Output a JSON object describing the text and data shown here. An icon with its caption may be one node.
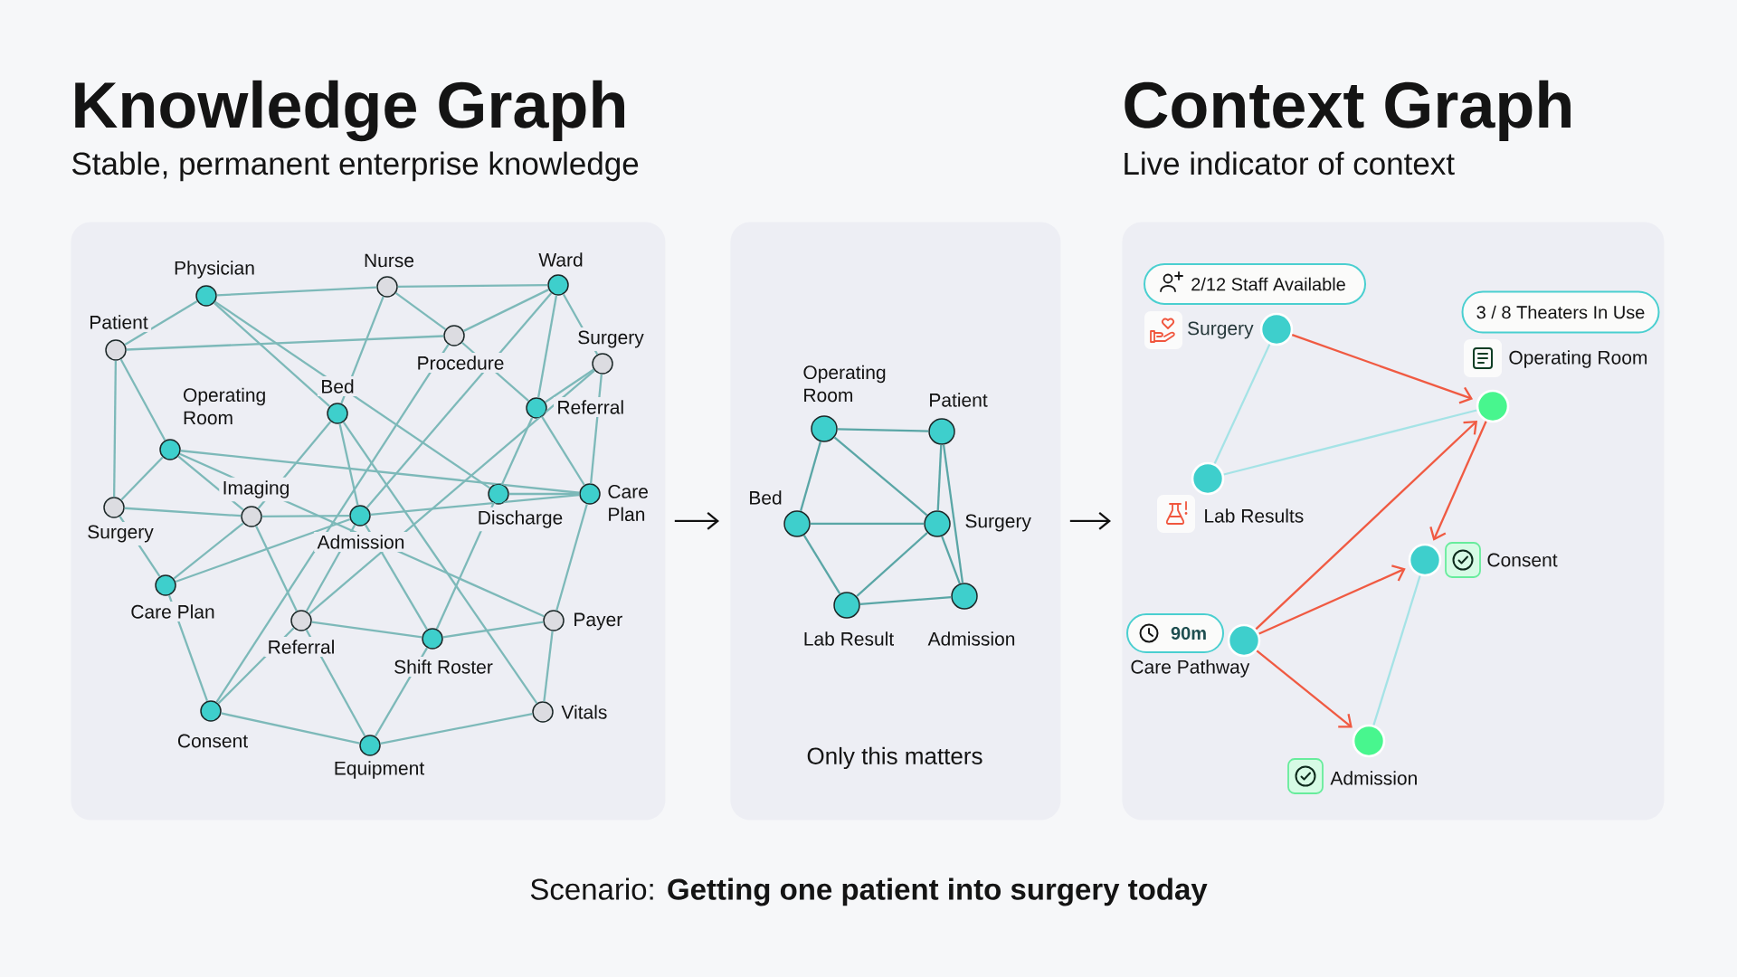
{
  "diagram": {
    "caption": "Scenario: **Getting one patient into surgery today**",
    "nodes": [
      {
        "text": [
          "Knowledge Graph",
          "Stable, permanent enterprise knowledge"
        ]
      },
      {
        "text": [
          "Physician"
        ],
        "in": 0
      },
      {
        "text": [
          "Nurse"
        ],
        "in": 0
      },
      {
        "text": [
          "Ward"
        ],
        "in": 0
      },
      {
        "text": [
          "Patient"
        ],
        "in": 0
      },
      {
        "text": [
          "Procedure"
        ],
        "in": 0
      },
      {
        "text": [
          "Surgery"
        ],
        "in": 0
      },
      {
        "text": [
          "Bed"
        ],
        "in": 0
      },
      {
        "text": [
          "Referral"
        ],
        "in": 0
      },
      {
        "text": [
          "Operating Room"
        ],
        "in": 0
      },
      {
        "text": [
          "Surgery"
        ],
        "in": 0
      },
      {
        "text": [
          "Imaging"
        ],
        "in": 0
      },
      {
        "text": [
          "Admission"
        ],
        "in": 0
      },
      {
        "text": [
          "Discharge"
        ],
        "in": 0
      },
      {
        "text": [
          "Care Plan"
        ],
        "in": 0
      },
      {
        "text": [
          "Care Plan"
        ],
        "in": 0
      },
      {
        "text": [
          "Referral"
        ],
        "in": 0
      },
      {
        "text": [
          "Shift Roster"
        ],
        "in": 0
      },
      {
        "text": [
          "Payer"
        ],
        "in": 0
      },
      {
        "text": [
          "Consent"
        ],
        "in": 0
      },
      {
        "text": [
          "Equipment"
        ],
        "in": 0
      },
      {
        "text": [
          "Vitals"
        ],
        "in": 0
      },
      {
        "text": [
          "Only this matters"
        ]
      },
      {
        "text": [
          "Operating Room"
        ],
        "in": 22
      },
      {
        "text": [
          "Patient"
        ],
        "in": 22
      },
      {
        "text": [
          "Bed"
        ],
        "in": 22
      },
      {
        "text": [
          "Surgery"
        ],
        "in": 22
      },
      {
        "text": [
          "Lab Result"
        ],
        "in": 22
      },
      {
        "text": [
          "Admission"
        ],
        "in": 22
      },
      {
        "text": [
          "Context Graph",
          "Live indicator of context"
        ]
      },
      {
        "text": [
          "2/12 Staff Available"
        ],
        "in": 29
      },
      {
        "text": [
          "Surgery"
        ],
        "in": 29
      },
      {
        "text": [
          "3 / 8 Theaters In Use"
        ],
        "in": 29
      },
      {
        "text": [
          "Operating Room"
        ],
        "in": 29
      },
      {
        "text": [
          "Lab Results"
        ],
        "in": 29
      },
      {
        "text": [
          "Consent"
        ],
        "in": 29
      },
      {
        "text": [
          "90m"
        ],
        "in": 29
      },
      {
        "text": [
          "Care Pathway"
        ],
        "in": 29
      },
      {
        "text": [
          "Admission"
        ],
        "in": 29
      }
    ],
    "edges": [
      {
        "from": 1,
        "to": 2,
        "arrow": "none"
      },
      {
        "from": 2,
        "to": 3,
        "arrow": "none"
      },
      {
        "from": 1,
        "to": 4,
        "arrow": "none"
      },
      {
        "from": 1,
        "to": 7,
        "arrow": "none"
      },
      {
        "from": 1,
        "to": 13,
        "arrow": "none"
      },
      {
        "from": 4,
        "to": 5,
        "arrow": "none"
      },
      {
        "from": 2,
        "to": 5,
        "arrow": "none"
      },
      {
        "from": 2,
        "to": 7,
        "arrow": "none"
      },
      {
        "from": 3,
        "to": 5,
        "arrow": "none"
      },
      {
        "from": 3,
        "to": 8,
        "arrow": "none"
      },
      {
        "from": 3,
        "to": 6,
        "arrow": "none"
      },
      {
        "from": 3,
        "to": 12,
        "arrow": "none"
      },
      {
        "from": 5,
        "to": 8,
        "arrow": "none"
      },
      {
        "from": 5,
        "to": 19,
        "arrow": "none"
      },
      {
        "from": 6,
        "to": 8,
        "arrow": "none"
      },
      {
        "from": 6,
        "to": 16,
        "arrow": "none"
      },
      {
        "from": 6,
        "to": 14,
        "arrow": "none"
      },
      {
        "from": 8,
        "to": 14,
        "arrow": "none"
      },
      {
        "from": 8,
        "to": 17,
        "arrow": "none"
      },
      {
        "from": 4,
        "to": 10,
        "arrow": "none"
      },
      {
        "from": 4,
        "to": 9,
        "arrow": "none"
      },
      {
        "from": 9,
        "to": 10,
        "arrow": "none"
      },
      {
        "from": 9,
        "to": 11,
        "arrow": "none"
      },
      {
        "from": 9,
        "to": 14,
        "arrow": "none"
      },
      {
        "from": 9,
        "to": 18,
        "arrow": "none"
      },
      {
        "from": 7,
        "to": 11,
        "arrow": "none"
      },
      {
        "from": 7,
        "to": 12,
        "arrow": "none"
      },
      {
        "from": 7,
        "to": 21,
        "arrow": "none"
      },
      {
        "from": 10,
        "to": 11,
        "arrow": "none"
      },
      {
        "from": 10,
        "to": 15,
        "arrow": "none"
      },
      {
        "from": 11,
        "to": 12,
        "arrow": "none"
      },
      {
        "from": 11,
        "to": 15,
        "arrow": "none"
      },
      {
        "from": 11,
        "to": 16,
        "arrow": "none"
      },
      {
        "from": 12,
        "to": 14,
        "arrow": "none"
      },
      {
        "from": 13,
        "to": 14,
        "arrow": "none"
      },
      {
        "from": 12,
        "to": 15,
        "arrow": "none"
      },
      {
        "from": 12,
        "to": 16,
        "arrow": "none"
      },
      {
        "from": 12,
        "to": 17,
        "arrow": "none"
      },
      {
        "from": 14,
        "to": 18,
        "arrow": "none"
      },
      {
        "from": 15,
        "to": 19,
        "arrow": "none"
      },
      {
        "from": 16,
        "to": 19,
        "arrow": "none"
      },
      {
        "from": 16,
        "to": 17,
        "arrow": "none"
      },
      {
        "from": 16,
        "to": 20,
        "arrow": "none"
      },
      {
        "from": 17,
        "to": 18,
        "arrow": "none"
      },
      {
        "from": 17,
        "to": 20,
        "arrow": "none"
      },
      {
        "from": 19,
        "to": 20,
        "arrow": "none"
      },
      {
        "from": 20,
        "to": 21,
        "arrow": "none"
      },
      {
        "from": 18,
        "to": 21,
        "arrow": "none"
      },
      {
        "from": 23,
        "to": 24,
        "arrow": "none",
        "color": "#5aa6a6"
      },
      {
        "from": 23,
        "to": 25,
        "arrow": "none",
        "color": "#5aa6a6"
      },
      {
        "from": 23,
        "to": 26,
        "arrow": "none",
        "color": "#5aa6a6"
      },
      {
        "from": 25,
        "to": 26,
        "arrow": "none",
        "color": "#5aa6a6"
      },
      {
        "from": 25,
        "to": 27,
        "arrow": "none",
        "color": "#5aa6a6"
      },
      {
        "from": 27,
        "to": 26,
        "arrow": "none",
        "color": "#5aa6a6"
      },
      {
        "from": 27,
        "to": 28,
        "arrow": "none",
        "color": "#5aa6a6"
      },
      {
        "from": 24,
        "to": 26,
        "arrow": "none",
        "color": "#5aa6a6"
      },
      {
        "from": 24,
        "to": 28,
        "arrow": "none",
        "color": "#5aa6a6"
      },
      {
        "from": 26,
        "to": 28,
        "arrow": "none",
        "color": "#5aa6a6"
      },
      {
        "from": 0,
        "to": 22,
        "arrow": "to",
        "color": "#111111"
      },
      {
        "from": 22,
        "to": 29,
        "arrow": "to",
        "color": "#111111"
      },
      {
        "from": 31,
        "to": 34,
        "arrow": "none",
        "color": "#a5e3e6"
      },
      {
        "from": 34,
        "to": 33,
        "arrow": "none",
        "color": "#a5e3e6"
      },
      {
        "from": 35,
        "to": 38,
        "arrow": "none",
        "color": "#a5e3e6"
      },
      {
        "from": 31,
        "to": 33,
        "arrow": "to",
        "color": "#f05a42"
      },
      {
        "from": 37,
        "to": 33,
        "arrow": "to",
        "color": "#f05a42"
      },
      {
        "from": 33,
        "to": 35,
        "arrow": "to",
        "color": "#f05a42"
      },
      {
        "from": 37,
        "to": 35,
        "arrow": "to",
        "color": "#f05a42"
      },
      {
        "from": 37,
        "to": 38,
        "arrow": "to",
        "color": "#f05a42"
      }
    ]
  }
}
